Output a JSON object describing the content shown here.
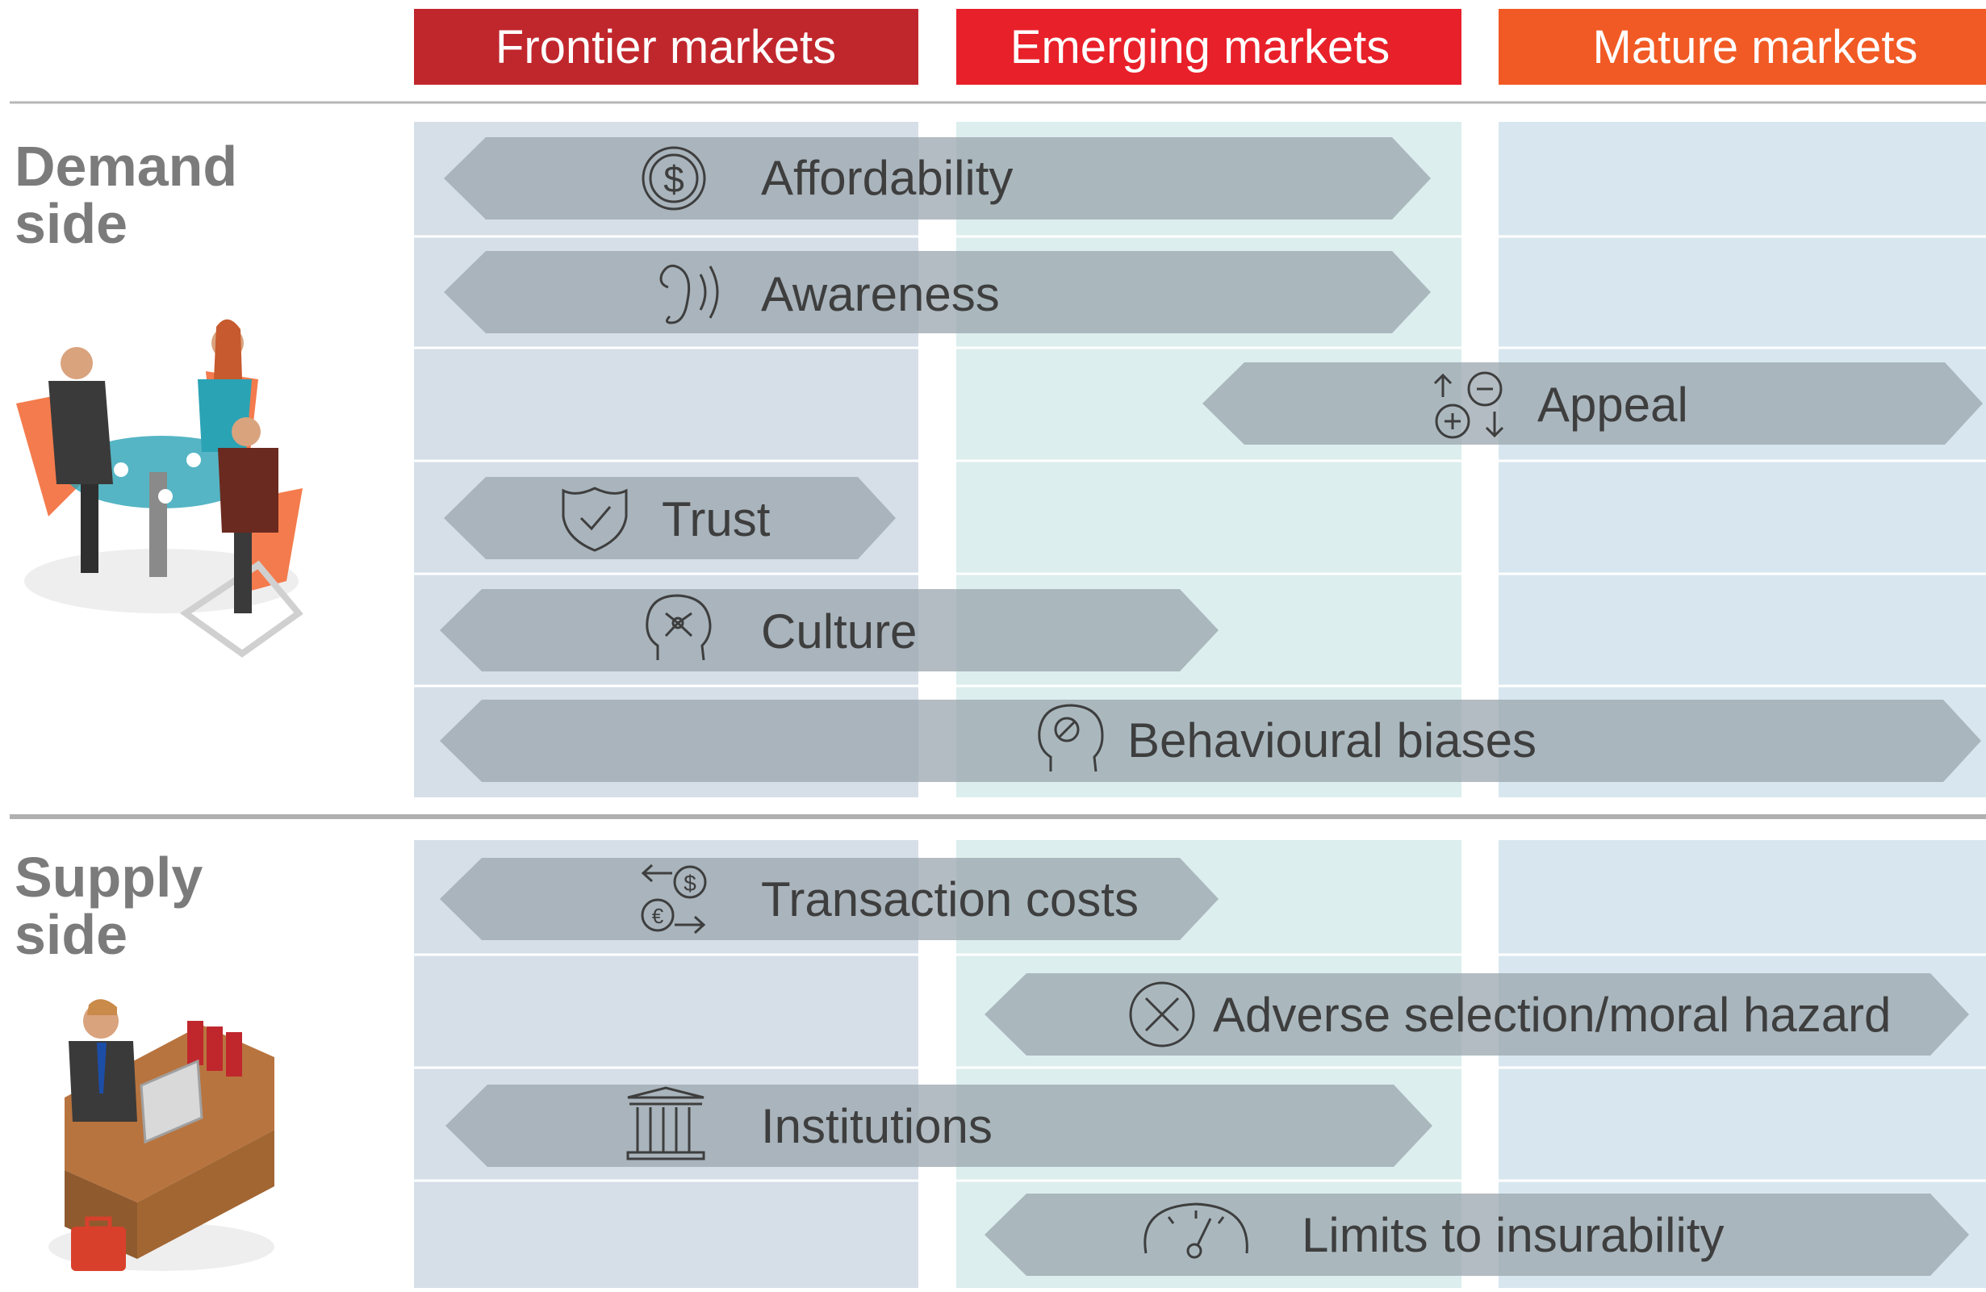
{
  "columns": [
    {
      "label": "Frontier markets",
      "color": "#c0272d"
    },
    {
      "label": "Emerging markets",
      "color": "#e8202a"
    },
    {
      "label": "Mature markets",
      "color": "#f15a24"
    }
  ],
  "sections": [
    {
      "label_line1": "Demand",
      "label_line2": "side"
    },
    {
      "label_line1": "Supply",
      "label_line2": "side"
    }
  ],
  "barriers": [
    {
      "label": "Affordability",
      "icon": "dollar-coin-icon",
      "markets": [
        "Frontier markets",
        "Emerging markets"
      ]
    },
    {
      "label": "Awareness",
      "icon": "ear-icon",
      "markets": [
        "Frontier markets",
        "Emerging markets"
      ]
    },
    {
      "label": "Appeal",
      "icon": "plus-minus-arrows-icon",
      "markets": [
        "Emerging markets",
        "Mature markets"
      ]
    },
    {
      "label": "Trust",
      "icon": "shield-check-icon",
      "markets": [
        "Frontier markets"
      ]
    },
    {
      "label": "Culture",
      "icon": "head-network-icon",
      "markets": [
        "Frontier markets",
        "Emerging markets"
      ]
    },
    {
      "label": "Behavioural biases",
      "icon": "head-no-icon",
      "markets": [
        "Frontier markets",
        "Emerging markets",
        "Mature markets"
      ]
    },
    {
      "label": "Transaction costs",
      "icon": "currency-exchange-icon",
      "markets": [
        "Frontier markets",
        "Emerging markets"
      ]
    },
    {
      "label": "Adverse selection/moral hazard",
      "icon": "x-circle-icon",
      "markets": [
        "Emerging markets",
        "Mature markets"
      ]
    },
    {
      "label": "Institutions",
      "icon": "bank-building-icon",
      "markets": [
        "Frontier markets",
        "Emerging markets"
      ]
    },
    {
      "label": "Limits to insurability",
      "icon": "gauge-icon",
      "markets": [
        "Emerging markets",
        "Mature markets"
      ]
    }
  ],
  "colors": {
    "frontier_bg": "#d6dfe8",
    "emerging_bg": "#dceeee",
    "mature_bg": "#d8e7ef",
    "bar": "#9aa5ae",
    "label_text": "#3e3e3e",
    "section_text": "#7b7b7b"
  }
}
